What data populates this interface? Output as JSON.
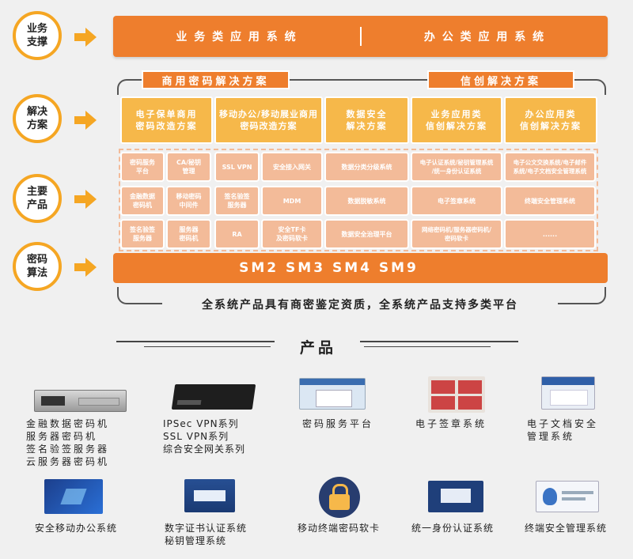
{
  "rows": [
    {
      "label": "业务\n支撑"
    },
    {
      "label": "解决\n方案"
    },
    {
      "label": "主要\n产品"
    },
    {
      "label": "密码\n算法"
    }
  ],
  "business": {
    "left": "业 务 类 应 用 系 统",
    "right": "办 公 类 应 用 系 统"
  },
  "solution_tags": {
    "left": "商用密码解决方案",
    "right": "信创解决方案"
  },
  "solutions": [
    "电子保单商用\n密码改造方案",
    "移动办公/移动展业商用\n密码改造方案",
    "数据安全\n解决方案",
    "业务应用类\n信创解决方案",
    "办公应用类\n信创解决方案"
  ],
  "products_grid": {
    "col1": [
      "密码服务\n平台",
      "CA/秘钥\n管理",
      "金融数据\n密码机",
      "移动密码\n中间件",
      "签名验签\n服务器",
      "服务器\n密码机"
    ],
    "col2": [
      "SSL VPN",
      "安全接入网关",
      "签名验签\n服务器",
      "MDM",
      "RA",
      "安全TF卡\n及密码软卡"
    ],
    "col3": [
      "数据分类分级系统",
      "数据脱敏系统",
      "数据安全治理平台"
    ],
    "col4": [
      "电子认证系统/秘钥管理系统\n/统一身份认证系统",
      "电子签章系统",
      "网络密码机/服务器密码机/\n密码软卡"
    ],
    "col5": [
      "电子公文交换系统/电子邮件\n系统/电子文档安全管理系统",
      "终端安全管理系统",
      "......"
    ]
  },
  "algorithms": "SM2  SM3  SM4  SM9",
  "qualification": "全系统产品具有商密鉴定资质，全系统产品支持多类平台",
  "products_title": "产品",
  "products": [
    {
      "label": "金融数据密码机\n服务器密码机\n签名验签服务器\n云服务器密码机"
    },
    {
      "label": "IPSec VPN系列\nSSL VPN系列\n综合安全网关系列"
    },
    {
      "label": "密码服务平台"
    },
    {
      "label": "电子签章系统"
    },
    {
      "label": "电子文档安全\n管理系统"
    },
    {
      "label": "安全移动办公系统"
    },
    {
      "label": "数字证书认证系统\n秘钥管理系统"
    },
    {
      "label": "移动终端密码软卡"
    },
    {
      "label": "统一身份认证系统"
    },
    {
      "label": "终端安全管理系统"
    }
  ],
  "colors": {
    "orange": "#ee7e2d",
    "yellow": "#f6b84a",
    "peach": "#f3bb99",
    "circle_border": "#f5a623"
  }
}
